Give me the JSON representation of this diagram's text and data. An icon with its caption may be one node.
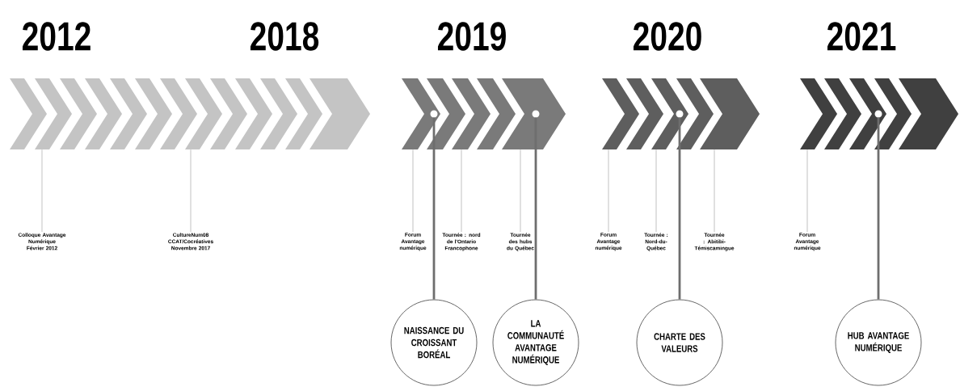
{
  "diagram": {
    "nodes": [
      {
        "text": [],
        "shape": "arrow"
      },
      {
        "text": [],
        "shape": "arrow"
      },
      {
        "text": [],
        "shape": "arrow"
      },
      {
        "text": [],
        "shape": "arrow"
      },
      {
        "text": [
          "Colloque Avantage Numérique Février 2012"
        ]
      },
      {
        "text": [
          "CultureNum08 CCAT/Cocréatives Novembre 2017"
        ]
      },
      {
        "text": [
          "Forum Avantage numérique"
        ]
      },
      {
        "text": [
          "Tournée : nord de l'Ontario Francophone"
        ]
      },
      {
        "text": [
          "Tournée des hubs du Québec"
        ]
      },
      {
        "text": [
          "NAISSANCE DU CROISSANT BORÉAL"
        ]
      },
      {
        "text": [
          "LA COMMUNAUTÉ AVANTAGE NUMÉRIQUE"
        ]
      },
      {
        "text": [
          "Forum Avantage numérique"
        ]
      },
      {
        "text": [
          "Tournée : Nord-du-Québec"
        ]
      },
      {
        "text": [
          "Tournée : Abitibi-Témiscamingue"
        ]
      },
      {
        "text": [
          "CHARTE DES VALEURS"
        ]
      },
      {
        "text": [
          "Forum Avantage numérique"
        ]
      },
      {
        "text": [
          "HUB AVANTAGE NUMÉRIQUE"
        ]
      }
    ],
    "edges": [
      {
        "from": 4,
        "to": 0,
        "arrow": "none"
      },
      {
        "from": 5,
        "to": 0,
        "arrow": "none"
      },
      {
        "from": 6,
        "to": 1,
        "arrow": "none"
      },
      {
        "from": 9,
        "to": 1,
        "arrow": "none",
        "style": "thick",
        "color": "#6e6e6e"
      },
      {
        "from": 7,
        "to": 1,
        "arrow": "none"
      },
      {
        "from": 8,
        "to": 1,
        "arrow": "none"
      },
      {
        "from": 10,
        "to": 1,
        "arrow": "none",
        "style": "thick",
        "color": "#6e6e6e"
      },
      {
        "from": 11,
        "to": 2,
        "arrow": "none"
      },
      {
        "from": 12,
        "to": 2,
        "arrow": "none"
      },
      {
        "from": 14,
        "to": 2,
        "arrow": "none",
        "style": "thick",
        "color": "#6e6e6e"
      },
      {
        "from": 13,
        "to": 2,
        "arrow": "none"
      },
      {
        "from": 15,
        "to": 3,
        "arrow": "none"
      },
      {
        "from": 16,
        "to": 3,
        "arrow": "none",
        "style": "thick",
        "color": "#6e6e6e"
      }
    ],
    "labels": [
      "2012",
      "2018",
      "2019",
      "2020",
      "2021"
    ]
  }
}
